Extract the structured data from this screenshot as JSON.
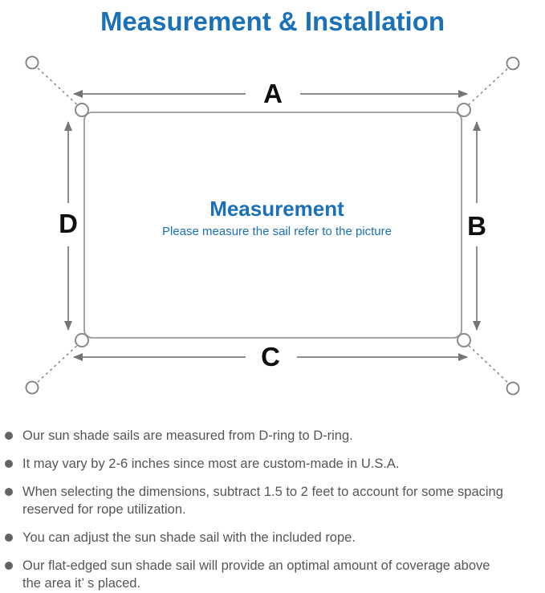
{
  "page": {
    "title": "Measurement & Installation"
  },
  "diagram": {
    "labels": {
      "top": "A",
      "right": "B",
      "bottom": "C",
      "left": "D"
    },
    "center_title": "Measurement",
    "center_subtitle": "Please measure the sail refer to the picture"
  },
  "bullets": {
    "items": [
      {
        "lines": [
          "Our sun shade sails are measured from D-ring to D-ring."
        ]
      },
      {
        "lines": [
          "It may vary by 2-6 inches since most are custom-made in U.S.A."
        ]
      },
      {
        "lines": [
          "When selecting the dimensions, subtract 1.5 to 2 feet to account for some spacing",
          "reserved for rope utilization."
        ]
      },
      {
        "lines": [
          "You can adjust the sun shade sail with the included rope."
        ]
      },
      {
        "lines": [
          "Our flat-edged sun shade sail will provide an optimal amount of coverage above",
          "the area it’ s placed."
        ]
      }
    ]
  },
  "colors": {
    "accent_blue": "#1a71b8",
    "line_gray": "#8e8e8e",
    "arrow_gray": "#757575",
    "label_black": "#0f0f0f",
    "body_text_gray": "#565656"
  }
}
